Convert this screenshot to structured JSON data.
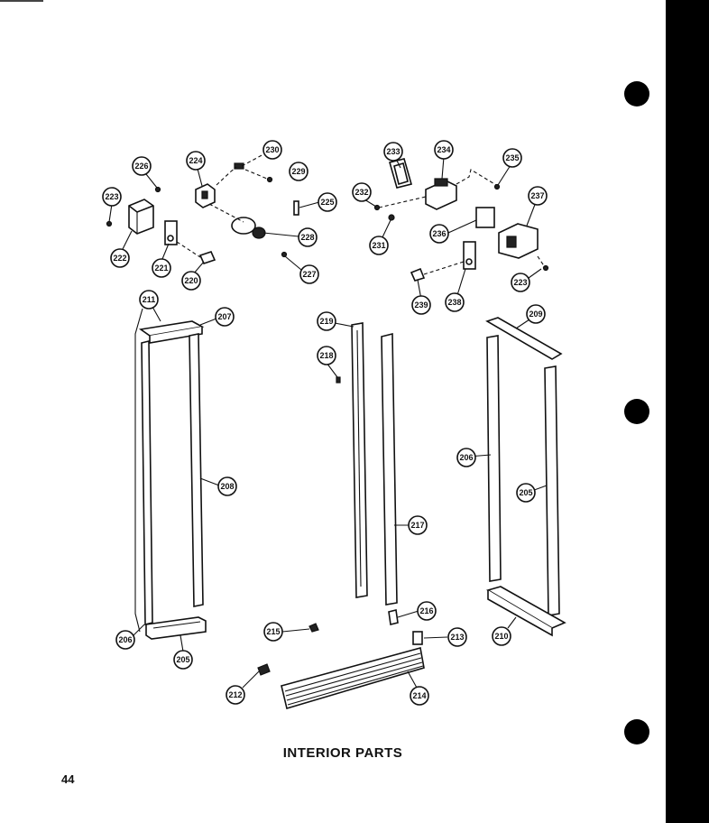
{
  "caption": "INTERIOR PARTS",
  "page_number": "44",
  "callouts": {
    "c223a": "223",
    "c226": "226",
    "c224": "224",
    "c230": "230",
    "c229": "229",
    "c225": "225",
    "c228": "228",
    "c227": "227",
    "c222": "222",
    "c221": "221",
    "c220": "220",
    "c233": "233",
    "c234": "234",
    "c235": "235",
    "c232": "232",
    "c231": "231",
    "c236": "236",
    "c237": "237",
    "c239": "239",
    "c238": "238",
    "c223b": "223",
    "c211": "211",
    "c207": "207",
    "c219": "219",
    "c218": "218",
    "c209": "209",
    "c208": "208",
    "c217": "217",
    "c206a": "206",
    "c205a": "205",
    "c206b": "206",
    "c215": "215",
    "c216": "216",
    "c213": "213",
    "c210": "210",
    "c205b": "205",
    "c212": "212",
    "c214": "214"
  }
}
